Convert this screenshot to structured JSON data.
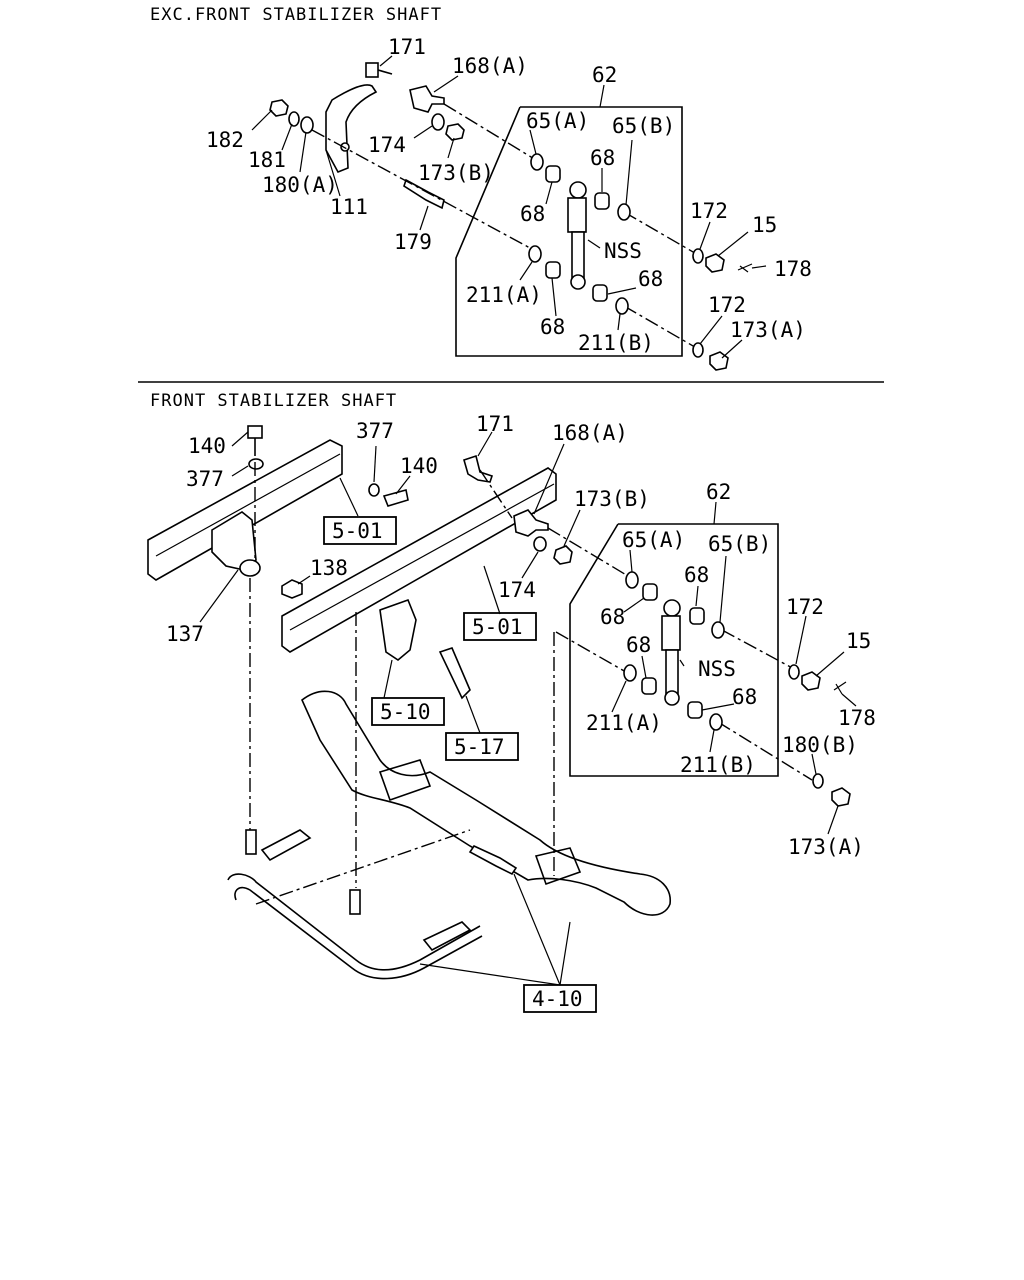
{
  "sections": {
    "top_title": "EXC.FRONT STABILIZER SHAFT",
    "bottom_title": "FRONT STABILIZER SHAFT"
  },
  "top_labels": {
    "l171": "171",
    "l168a": "168(A)",
    "l62": "62",
    "l182": "182",
    "l181": "181",
    "l180a": "180(A)",
    "l111": "111",
    "l174": "174",
    "l173b": "173(B)",
    "l65a": "65(A)",
    "l65b": "65(B)",
    "l68a": "68",
    "l68b": "68",
    "l172a": "172",
    "l15": "15",
    "l178": "178",
    "l179": "179",
    "lnss": "NSS",
    "l211a": "211(A)",
    "l68c": "68",
    "l68d": "68",
    "l172b": "172",
    "l173a": "173(A)",
    "l211b": "211(B)"
  },
  "bottom_labels": {
    "l140a": "140",
    "l377a": "377",
    "l377b": "377",
    "l140b": "140",
    "r501a": "5-01",
    "l171": "171",
    "l168a": "168(A)",
    "l173b": "173(B)",
    "l62": "62",
    "l138": "138",
    "l137": "137",
    "l174": "174",
    "r501b": "5-01",
    "l65a": "65(A)",
    "l65b": "65(B)",
    "l68a": "68",
    "l68b": "68",
    "l172": "172",
    "l15": "15",
    "lnss": "NSS",
    "l68c": "68",
    "l178": "178",
    "l211a": "211(A)",
    "l68d": "68",
    "l180b": "180(B)",
    "r510": "5-10",
    "r517": "5-17",
    "l211b": "211(B)",
    "l173a": "173(A)",
    "r410": "4-10"
  }
}
